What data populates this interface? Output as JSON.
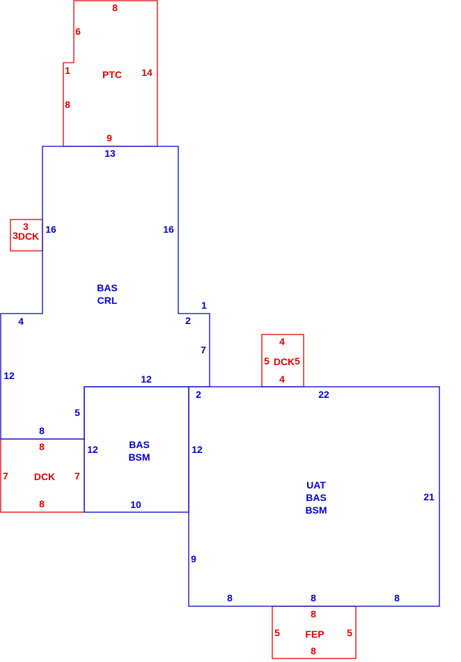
{
  "colors": {
    "main": "#0000cc",
    "secondary": "#dd0000"
  },
  "areas": {
    "ptc": {
      "name": "PTC",
      "dims": {
        "top": "8",
        "left_upper": "6",
        "step": "1",
        "left_lower": "8",
        "right": "14",
        "bottom": "9"
      }
    },
    "bas_crl": {
      "name_line1": "BAS",
      "name_line2": "CRL",
      "dims": {
        "top": "13",
        "left": "16",
        "right": "16",
        "step_top": "1",
        "step_left": "2",
        "right_lower": "7",
        "left_arm_top": "4",
        "left_arm_side": "12",
        "bottom": "12",
        "inner_side": "5",
        "inner_bottom": "8"
      }
    },
    "dck_left_small": {
      "name": "DCK",
      "dims": {
        "top": "3",
        "left": "3"
      }
    },
    "dck_bottom_left": {
      "name": "DCK",
      "dims": {
        "top": "8",
        "left": "7",
        "right": "7",
        "bottom": "8"
      }
    },
    "bas_bsm": {
      "name_line1": "BAS",
      "name_line2": "BSM",
      "dims": {
        "left": "12",
        "right": "12",
        "bottom": "10"
      }
    },
    "dck_top_right": {
      "name": "DCK",
      "dims": {
        "top": "4",
        "left": "5",
        "right": "5",
        "bottom": "4"
      }
    },
    "uat_bas_bsm": {
      "name_line1": "UAT",
      "name_line2": "BAS",
      "name_line3": "BSM",
      "dims": {
        "top_left": "2",
        "top": "22",
        "right": "21",
        "left_lower": "9",
        "bottom_left": "8",
        "bottom_mid": "8",
        "bottom_right": "8"
      }
    },
    "fep": {
      "name": "FEP",
      "dims": {
        "top": "8",
        "left": "5",
        "right": "5",
        "bottom": "8"
      }
    }
  }
}
